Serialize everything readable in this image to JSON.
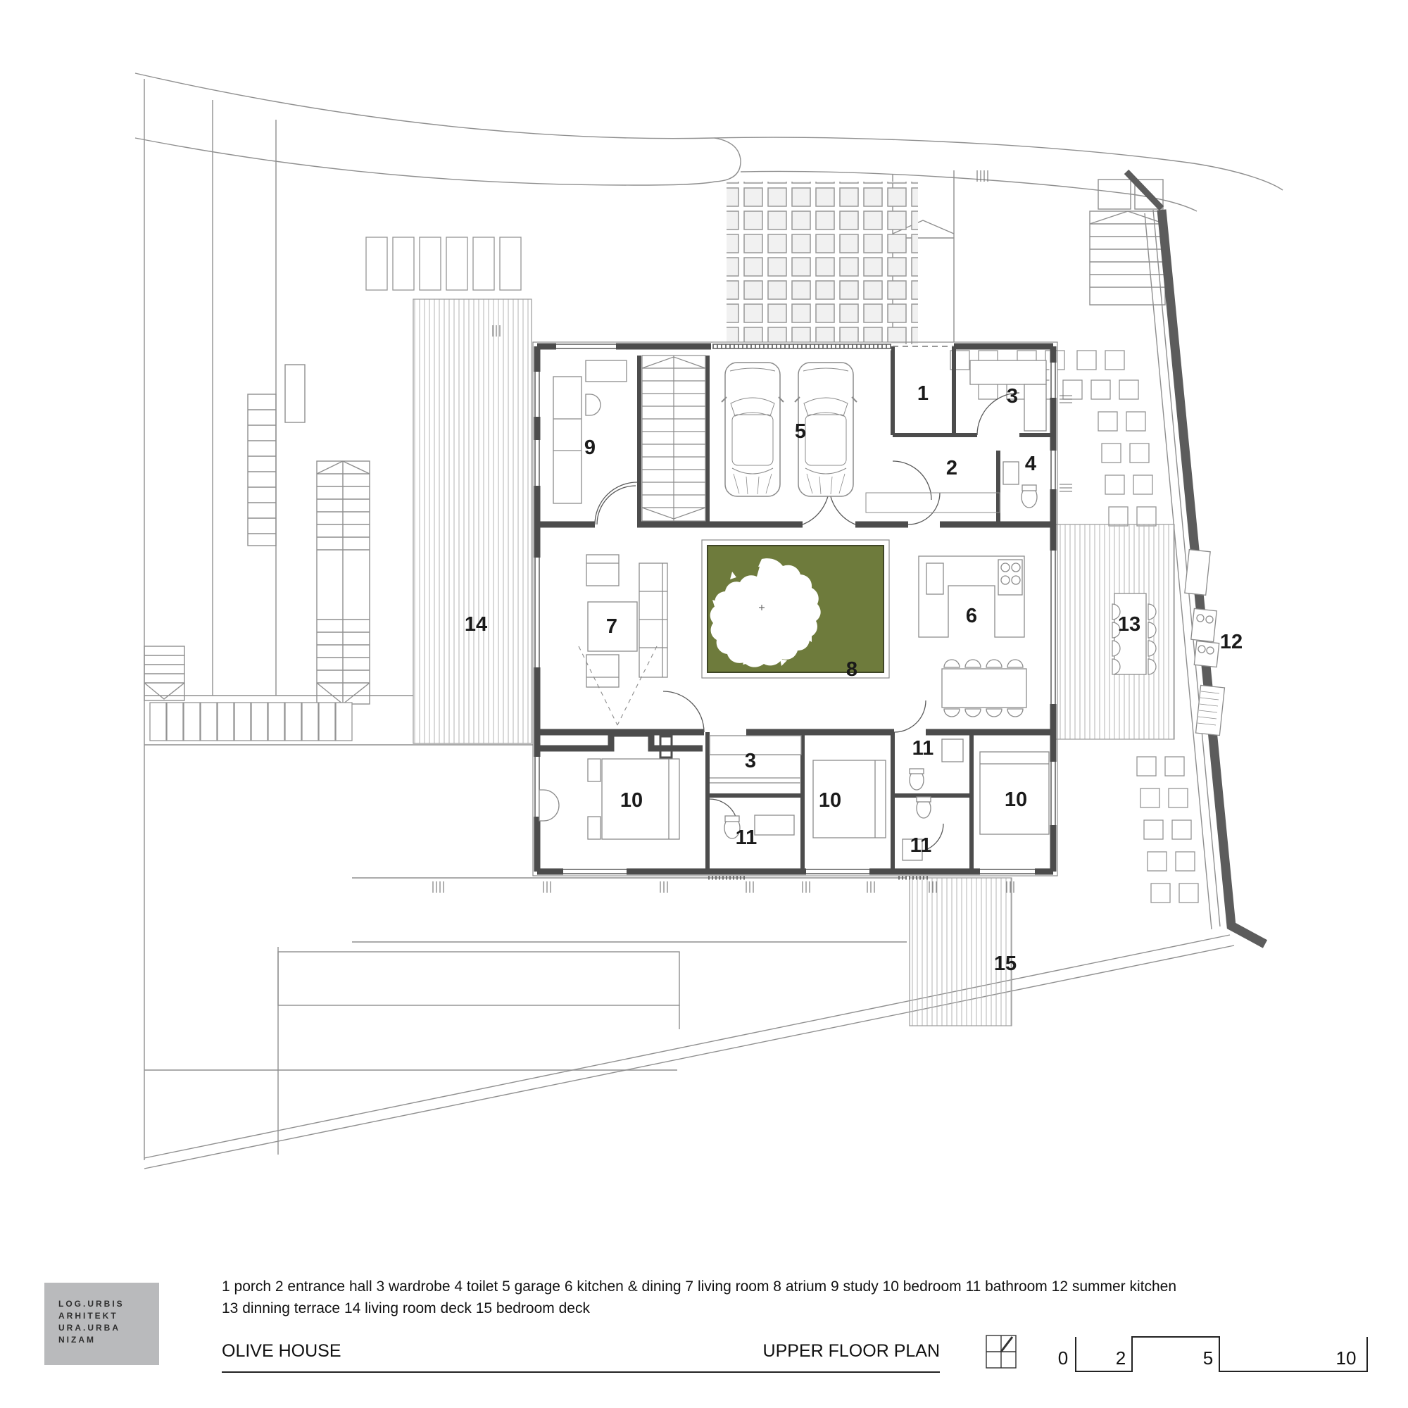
{
  "drawing": {
    "project_title": "OLIVE HOUSE",
    "sheet_title": "UPPER FLOOR PLAN"
  },
  "legend": {
    "line1": "1 porch  2 entrance hall  3 wardrobe  4 toilet  5 garage  6 kitchen & dining  7 living room  8 atrium  9 study  10 bedroom  11 bathroom 12 summer kitchen",
    "line2": "13 dinning terrace  14 living room deck  15 bedroom deck"
  },
  "logo": {
    "line1": "LOG.URBIS",
    "line2": "ARHITEKT",
    "line3": "URA.URBA",
    "line4": "NIZAM"
  },
  "scale_bar": {
    "tick0": "0",
    "tick1": "2",
    "tick2": "5",
    "tick3": "10"
  },
  "rooms": [
    {
      "num": "1",
      "name": "porch"
    },
    {
      "num": "3",
      "name": "wardrobe"
    },
    {
      "num": "5",
      "name": "garage"
    },
    {
      "num": "2",
      "name": "entrance hall"
    },
    {
      "num": "4",
      "name": "toilet"
    },
    {
      "num": "9",
      "name": "study"
    },
    {
      "num": "14",
      "name": "living room deck"
    },
    {
      "num": "7",
      "name": "living room"
    },
    {
      "num": "8",
      "name": "atrium"
    },
    {
      "num": "6",
      "name": "kitchen & dining"
    },
    {
      "num": "13",
      "name": "dinning terrace"
    },
    {
      "num": "12",
      "name": "summer kitchen"
    },
    {
      "num": "3",
      "name": "wardrobe"
    },
    {
      "num": "10",
      "name": "bedroom"
    },
    {
      "num": "10",
      "name": "bedroom"
    },
    {
      "num": "10",
      "name": "bedroom"
    },
    {
      "num": "11",
      "name": "bathroom"
    },
    {
      "num": "11",
      "name": "bathroom"
    },
    {
      "num": "11",
      "name": "bathroom"
    },
    {
      "num": "15",
      "name": "bedroom deck"
    }
  ],
  "colors": {
    "atrium_green": "#6e7b3c",
    "site_wall": "#5c5c5c",
    "logo_bg": "#b9babc"
  }
}
